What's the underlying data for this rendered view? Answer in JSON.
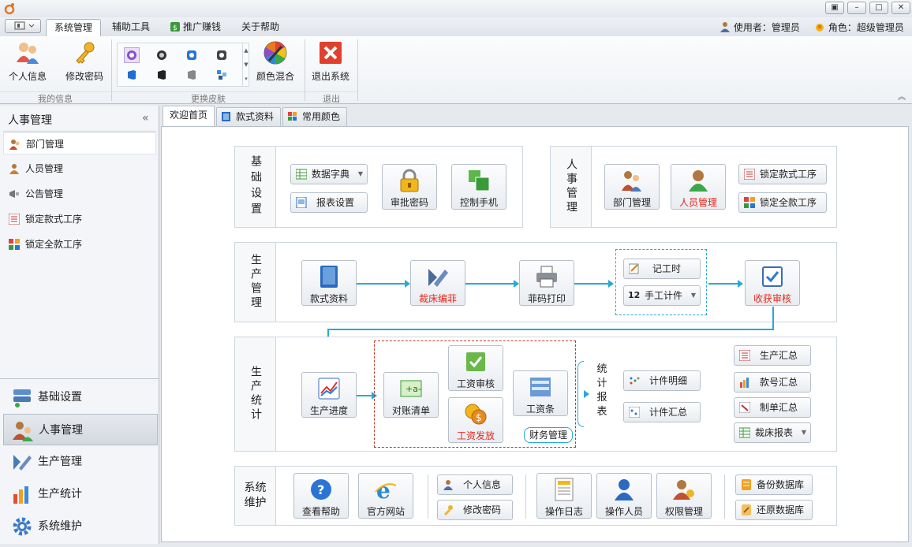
{
  "titlebar": {
    "app_icon": "app-logo-icon"
  },
  "menu": {
    "tabs": [
      "系统管理",
      "辅助工具",
      "推广赚钱",
      "关于帮助"
    ],
    "user_label": "使用者：管理员",
    "role_label": "角色：超级管理员"
  },
  "ribbon": {
    "personal_info": "个人信息",
    "change_password": "修改密码",
    "group_my_info": "我的信息",
    "color_mix": "颜色混合",
    "group_skin": "更换皮肤",
    "exit_system": "退出系统",
    "group_exit": "退出"
  },
  "sidebar": {
    "title": "人事管理",
    "items": [
      "部门管理",
      "人员管理",
      "公告管理",
      "锁定款式工序",
      "锁定全款工序"
    ],
    "nav": [
      "基础设置",
      "人事管理",
      "生产管理",
      "生产统计",
      "系统维护"
    ]
  },
  "tabs": [
    "欢迎首页",
    "款式资料",
    "常用颜色"
  ],
  "basic": {
    "label": "基础设置",
    "data_dict": "数据字典",
    "report_settings": "报表设置",
    "approval_password": "审批密码",
    "control_phone": "控制手机"
  },
  "hr": {
    "label": "人事管理",
    "dept": "部门管理",
    "staff": "人员管理",
    "lock_style": "锁定款式工序",
    "lock_all": "锁定全款工序"
  },
  "production": {
    "label": "生产管理",
    "style_data": "款式资料",
    "cutting": "裁床编菲",
    "print_code": "菲码打印",
    "record_time": "记工时",
    "manual_piece": "手工计件",
    "manual_piece_prefix": "12",
    "receive_audit": "收获审核"
  },
  "statistics": {
    "label": "生产统计",
    "progress": "生产进度",
    "reconcile": "对账清单",
    "wage_audit": "工资审核",
    "wage_pay": "工资发放",
    "payslip": "工资条",
    "finance": "财务管理",
    "stat_reports": "统计报表",
    "piece_detail": "计件明细",
    "piece_summary": "计件汇总",
    "production_summary": "生产汇总",
    "style_summary": "款号汇总",
    "order_summary": "制单汇总",
    "cutting_report": "裁床报表"
  },
  "maintenance": {
    "label": "系统维护",
    "help": "查看帮助",
    "website": "官方网站",
    "personal_info": "个人信息",
    "change_password": "修改密码",
    "log": "操作日志",
    "operators": "操作人员",
    "permissions": "权限管理",
    "backup": "备份数据库",
    "restore": "还原数据库"
  },
  "colors": {
    "accent": "#27a9d9",
    "alert": "#e8281c",
    "dashed_red": "#c0392b"
  }
}
